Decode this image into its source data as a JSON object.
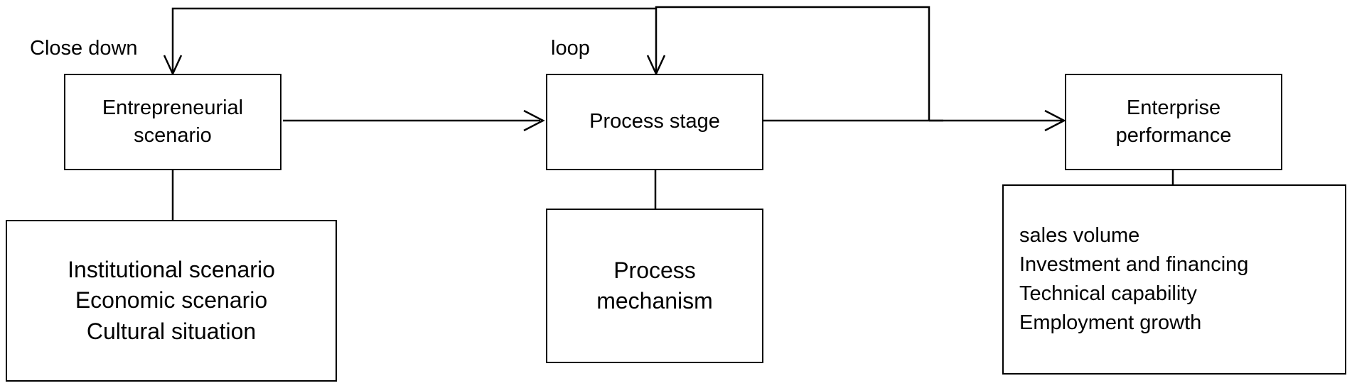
{
  "labels": {
    "close_down": "Close down",
    "loop": "loop"
  },
  "nodes": {
    "entrepreneurial_scenario": "Entrepreneurial\nscenario",
    "process_stage": "Process stage",
    "enterprise_performance": "Enterprise\nperformance",
    "scenario_details": "Institutional scenario\nEconomic scenario\nCultural situation",
    "process_mechanism": "Process\nmechanism",
    "performance_indicators": [
      "sales volume",
      "Investment and financing",
      "Technical capability",
      "Employment growth"
    ]
  },
  "colors": {
    "line": "#000000",
    "box_border": "#000000",
    "background": "#ffffff"
  }
}
